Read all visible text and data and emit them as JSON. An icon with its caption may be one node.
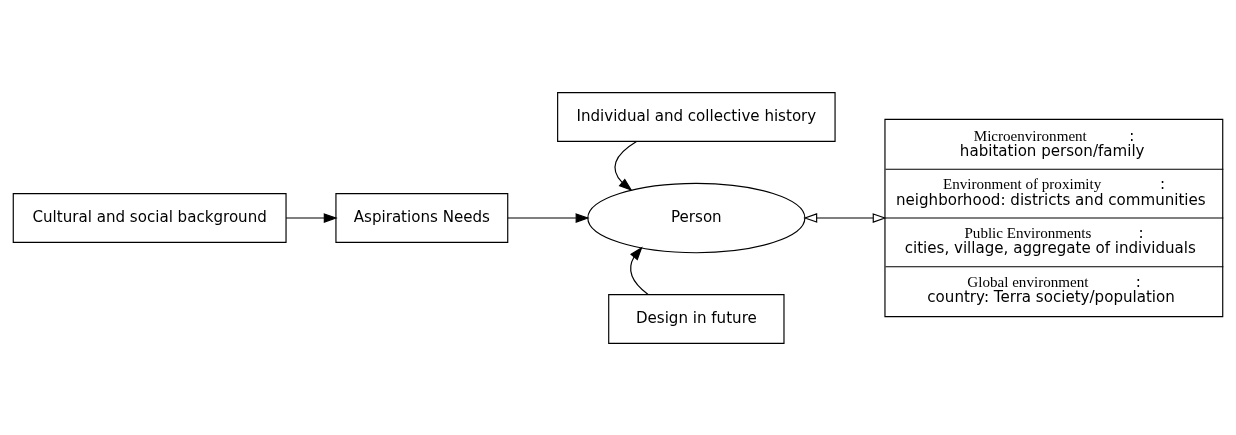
{
  "diagram": {
    "nodes": [
      {
        "text": [
          "Cultural and social background"
        ]
      },
      {
        "text": [
          "Aspirations Needs"
        ]
      },
      {
        "text": [
          "Individual and collective history"
        ]
      },
      {
        "text": [
          "Person"
        ]
      },
      {
        "text": [
          "Design in future"
        ]
      },
      {
        "text": [
          "**Microenvironment**: habitation person/family",
          "**Environment of proximity**: neighborhood: districts and communities",
          "**Public Environments**: cities, village, aggregate of individuals",
          "**Global environment**: country: Terra society/population"
        ]
      }
    ],
    "edges": [
      {
        "from": 0,
        "to": 1,
        "arrow": "to"
      },
      {
        "from": 1,
        "to": 3,
        "arrow": "to"
      },
      {
        "from": 2,
        "to": 3,
        "arrow": "to"
      },
      {
        "from": 4,
        "to": 3,
        "arrow": "to"
      },
      {
        "from": 3,
        "to": 5,
        "arrow": "both"
      }
    ]
  }
}
